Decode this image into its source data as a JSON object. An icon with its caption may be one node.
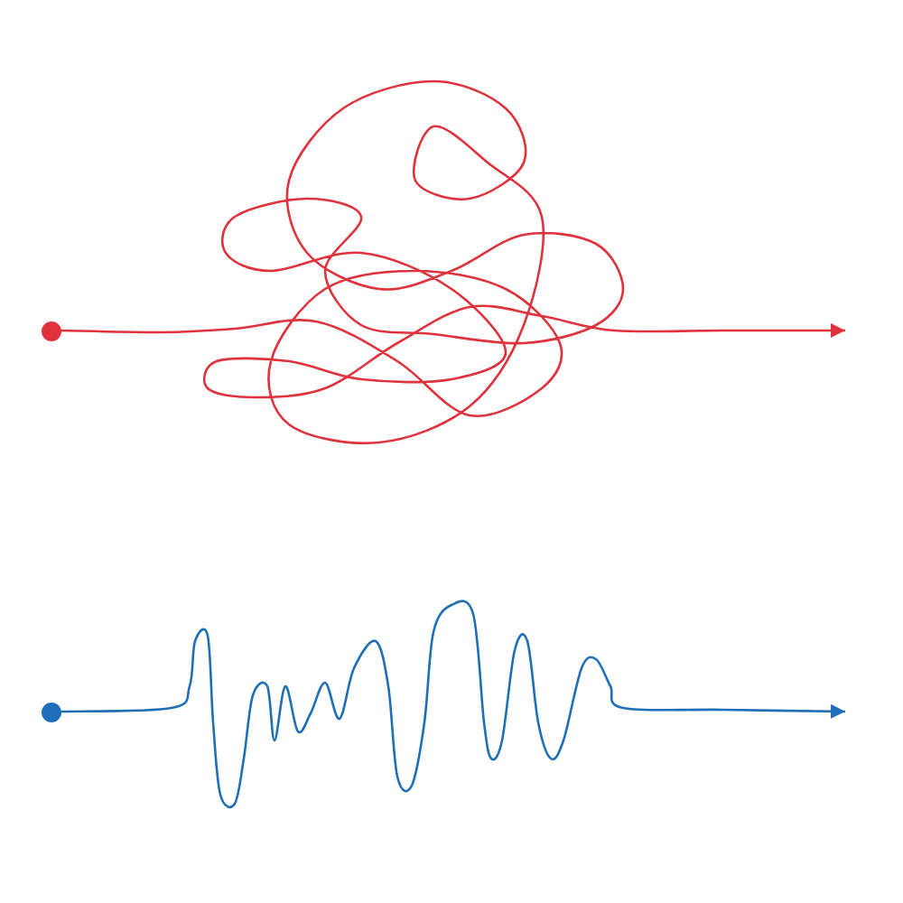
{
  "diagram": {
    "nodes": [
      {
        "text": [],
        "shape": "circle"
      },
      {
        "text": [],
        "shape": "circle"
      }
    ],
    "edges": [
      {
        "from": 0,
        "to": null,
        "arrow": "to",
        "color": "#e0323c"
      },
      {
        "from": 1,
        "to": null,
        "arrow": "to",
        "color": "#1f6fb8"
      }
    ]
  }
}
